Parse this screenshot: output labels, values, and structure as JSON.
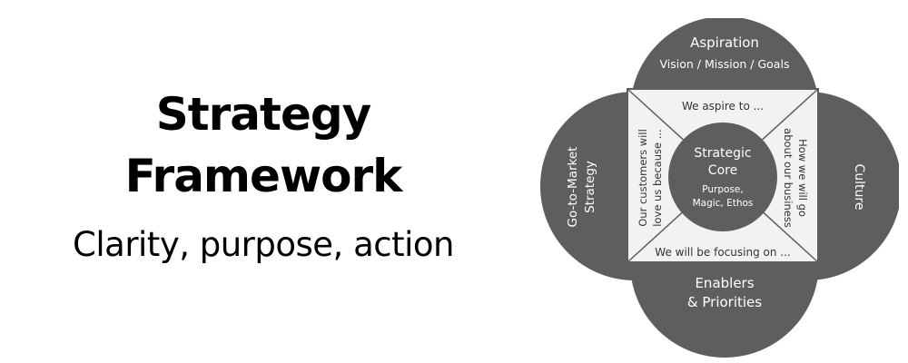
{
  "title": {
    "line1": "Strategy",
    "line2": "Framework"
  },
  "subtitle": "Clarity, purpose, action",
  "framework": {
    "top": {
      "title": "Aspiration",
      "subtitle": "Vision / Mission / Goals"
    },
    "left": {
      "line1": "Go-to-Market",
      "line2": "Strategy"
    },
    "right": {
      "label": "Culture"
    },
    "bottom": {
      "line1": "Enablers",
      "line2": "& Priorities"
    },
    "core": {
      "line1": "Strategic",
      "line2": "Core",
      "sub1": "Purpose,",
      "sub2": "Magic, Ethos"
    },
    "prompts": {
      "top": "We aspire to ...",
      "bottom": "We will be focusing on ...",
      "left1": "Our customers will",
      "left2": "love us because ...",
      "right1": "How we will go",
      "right2": "about our business"
    },
    "colors": {
      "petal": "#5e5e5e",
      "core": "#5e5e5e",
      "square": "#f2f2f2",
      "text_light": "#ffffff",
      "text_dark": "#333333"
    }
  }
}
